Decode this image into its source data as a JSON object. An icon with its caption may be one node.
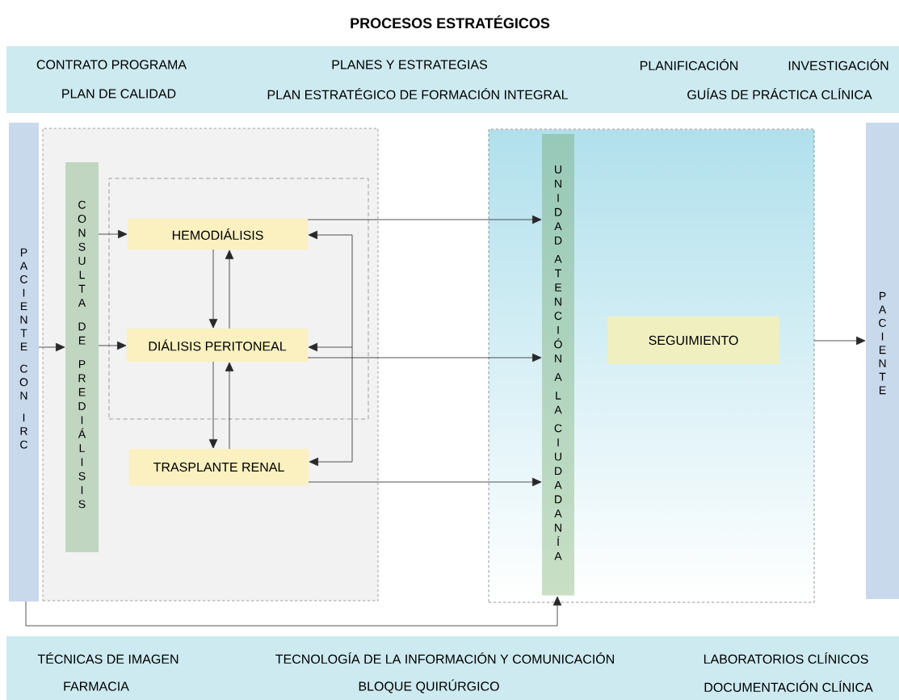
{
  "diagram": {
    "title": "PROCESOS ESTRATÉGICOS",
    "nodes": [
      {
        "text": [
          "CONTRATO PROGRAMA",
          "PLANES Y ESTRATEGIAS",
          "PLANIFICACIÓN",
          "INVESTIGACIÓN",
          "PLAN DE CALIDAD",
          "PLAN ESTRATÉGICO DE FORMACIÓN INTEGRAL",
          "GUÍAS DE PRÁCTICA CLÍNICA"
        ]
      },
      {
        "text": [
          "PACIENTE CON IRC"
        ]
      },
      {
        "text": [],
        "shape": "box"
      },
      {
        "text": [
          "CONSULTA DE PREDIÁLISIS"
        ],
        "in": 2
      },
      {
        "text": [],
        "shape": "box",
        "in": 2
      },
      {
        "text": [
          "HEMODIÁLISIS"
        ],
        "in": 4
      },
      {
        "text": [
          "DIÁLISIS PERITONEAL"
        ],
        "in": 4
      },
      {
        "text": [
          "TRASPLANTE RENAL"
        ],
        "in": 2
      },
      {
        "text": [],
        "shape": "box"
      },
      {
        "text": [
          "UNIDAD ATENCIÓN A LA CIUDADANÍA"
        ],
        "in": 8
      },
      {
        "text": [
          "SEGUIMIENTO"
        ],
        "in": 8
      },
      {
        "text": [
          "PACIENTE"
        ]
      },
      {
        "text": [
          "TÉCNICAS DE IMAGEN",
          "TECNOLOGÍA DE LA INFORMACIÓN Y COMUNICACIÓN",
          "LABORATORIOS CLÍNICOS",
          "FARMACIA",
          "BLOQUE QUIRÚRGICO",
          "DOCUMENTACIÓN CLÍNICA"
        ]
      }
    ],
    "edges": [
      {
        "from": 1,
        "to": 3,
        "arrow": "to"
      },
      {
        "from": 3,
        "to": 5,
        "arrow": "to"
      },
      {
        "from": 3,
        "to": 6,
        "arrow": "to"
      },
      {
        "from": 5,
        "to": 6,
        "arrow": "to"
      },
      {
        "from": 6,
        "to": 5,
        "arrow": "to"
      },
      {
        "from": 6,
        "to": 7,
        "arrow": "to"
      },
      {
        "from": 7,
        "to": 6,
        "arrow": "to"
      },
      {
        "from": null,
        "to": 5,
        "arrow": "to"
      },
      {
        "from": null,
        "to": 6,
        "arrow": "to"
      },
      {
        "from": null,
        "to": 7,
        "arrow": "to"
      },
      {
        "from": 5,
        "to": 9,
        "arrow": "to"
      },
      {
        "from": 6,
        "to": 9,
        "arrow": "to"
      },
      {
        "from": 7,
        "to": 9,
        "arrow": "to"
      },
      {
        "from": 8,
        "to": 11,
        "arrow": "to"
      },
      {
        "from": 1,
        "to": 9,
        "arrow": "to"
      }
    ]
  }
}
